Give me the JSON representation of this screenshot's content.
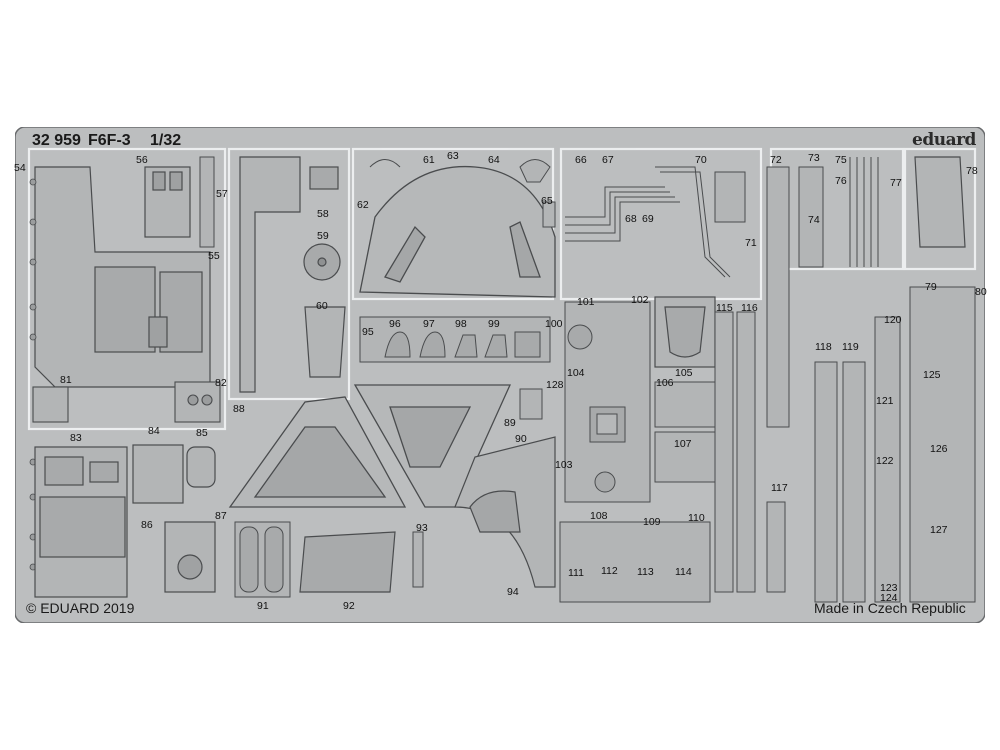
{
  "header": {
    "product_code": "32 959",
    "aircraft": "F6F-3",
    "scale": "1/32"
  },
  "brand": "eduard",
  "footer": {
    "copyright": "© EDUARD 2019",
    "origin": "Made in Czech Republic"
  },
  "part_numbers": [
    "54",
    "55",
    "56",
    "57",
    "58",
    "59",
    "60",
    "61",
    "62",
    "63",
    "64",
    "65",
    "66",
    "67",
    "68",
    "69",
    "70",
    "71",
    "72",
    "73",
    "74",
    "75",
    "76",
    "77",
    "78",
    "79",
    "80",
    "81",
    "82",
    "83",
    "84",
    "85",
    "86",
    "87",
    "88",
    "89",
    "90",
    "91",
    "92",
    "93",
    "94",
    "95",
    "96",
    "97",
    "98",
    "99",
    "100",
    "101",
    "102",
    "103",
    "104",
    "105",
    "106",
    "107",
    "108",
    "109",
    "110",
    "111",
    "112",
    "113",
    "114",
    "115",
    "116",
    "117",
    "118",
    "119",
    "120",
    "121",
    "122",
    "123",
    "124",
    "125",
    "126",
    "127",
    "128"
  ],
  "colors": {
    "fret": "#bcbebf",
    "part_outline": "#4a4c4e",
    "etch_line": "#eef0f1",
    "text": "#1a1a1a"
  }
}
